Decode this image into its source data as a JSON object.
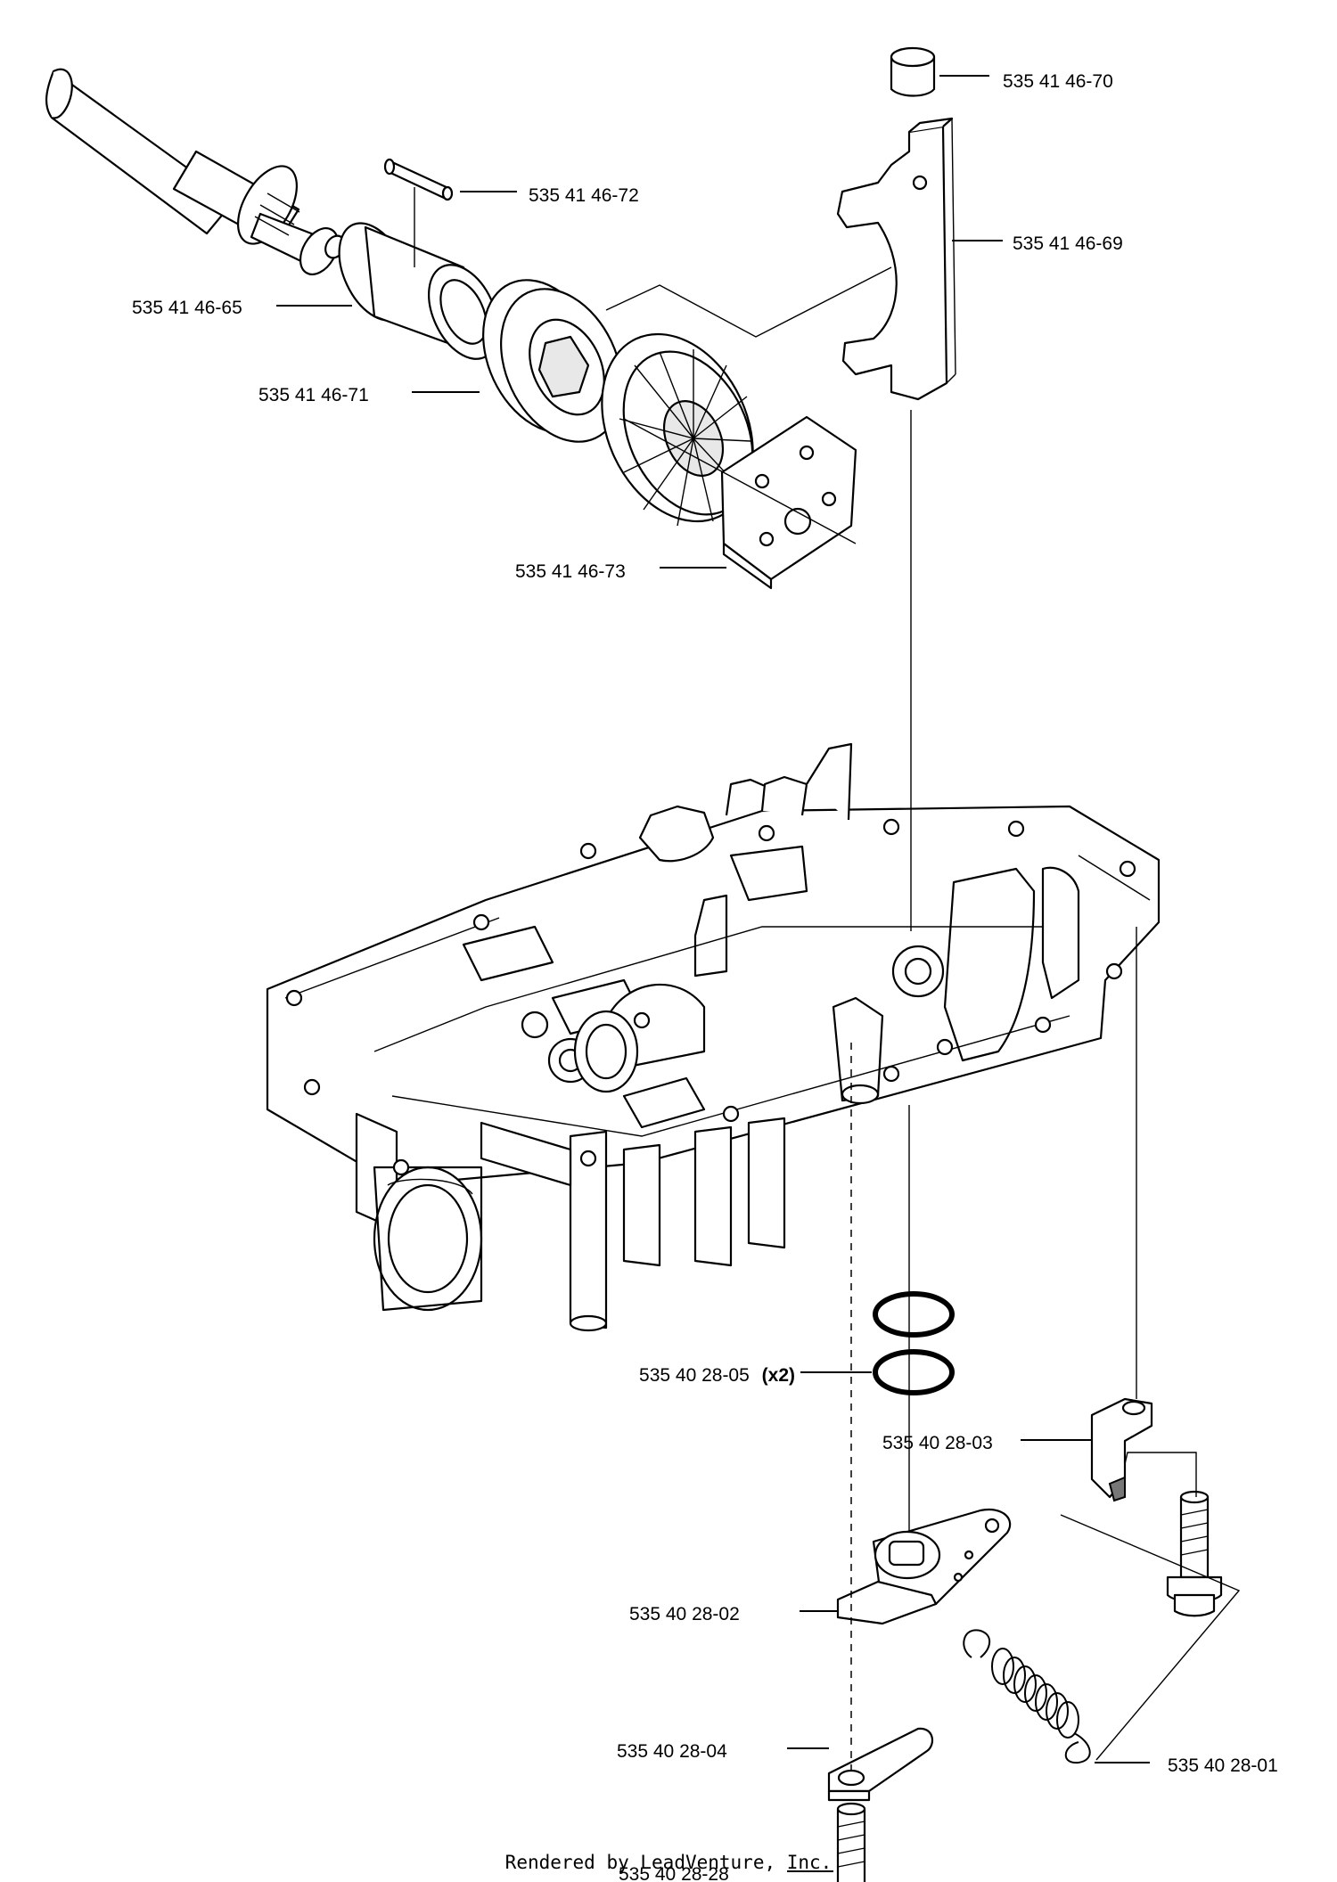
{
  "parts": [
    {
      "id": "p70",
      "number": "535 41 46-70",
      "qty": ""
    },
    {
      "id": "p72",
      "number": "535 41 46-72",
      "qty": ""
    },
    {
      "id": "p69",
      "number": "535 41 46-69",
      "qty": ""
    },
    {
      "id": "p65",
      "number": "535 41 46-65",
      "qty": ""
    },
    {
      "id": "p71",
      "number": "535 41 46-71",
      "qty": ""
    },
    {
      "id": "p73",
      "number": "535 41 46-73",
      "qty": ""
    },
    {
      "id": "p05",
      "number": "535 40 28-05",
      "qty": "(x2)"
    },
    {
      "id": "p03",
      "number": "535 40 28-03",
      "qty": ""
    },
    {
      "id": "p02",
      "number": "535 40 28-02",
      "qty": ""
    },
    {
      "id": "p04",
      "number": "535 40 28-04",
      "qty": ""
    },
    {
      "id": "p01",
      "number": "535 40 28-01",
      "qty": ""
    },
    {
      "id": "p28",
      "number": "535 40 28-28",
      "qty": ""
    }
  ],
  "footer": "Rendered by LeadVenture, Inc."
}
